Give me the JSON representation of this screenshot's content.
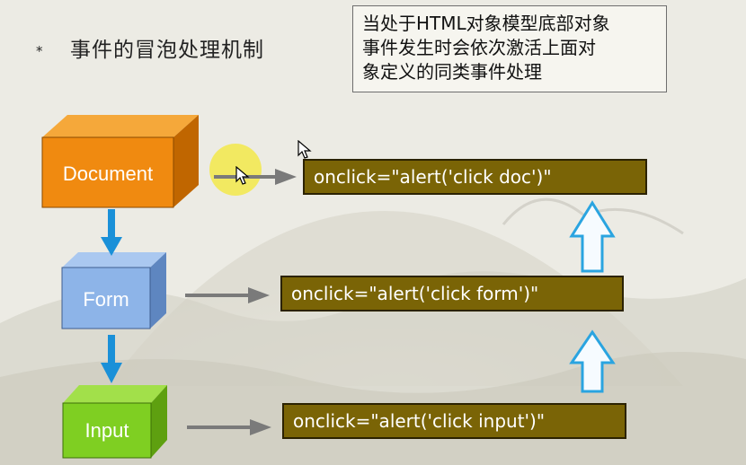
{
  "title": "事件的冒泡处理机制",
  "bullet": "*",
  "note": {
    "lines": [
      "当处于HTML对象模型底部对象",
      "事件发生时会依次激活上面对",
      "象定义的同类事件处理"
    ]
  },
  "boxes": [
    {
      "label": "Document",
      "face_color": "#f08a10",
      "top_color": "#f5a83a",
      "side_color": "#c06600"
    },
    {
      "label": "Form",
      "face_color": "#8db4e8",
      "top_color": "#aac8f0",
      "side_color": "#5e86c0"
    },
    {
      "label": "Input",
      "face_color": "#7fcf22",
      "top_color": "#a2e04a",
      "side_color": "#5ea010"
    }
  ],
  "handlers": [
    {
      "text": "onclick=\"alert('click doc')\""
    },
    {
      "text": "onclick=\"alert('click form')\""
    },
    {
      "text": "onclick=\"alert('click input')\""
    }
  ],
  "colors": {
    "down_arrow": "#1a90d8",
    "up_arrow_outline": "#2aa4e0",
    "connector_arrow": "#7a7a7a",
    "highlight": "#f3e94a"
  }
}
